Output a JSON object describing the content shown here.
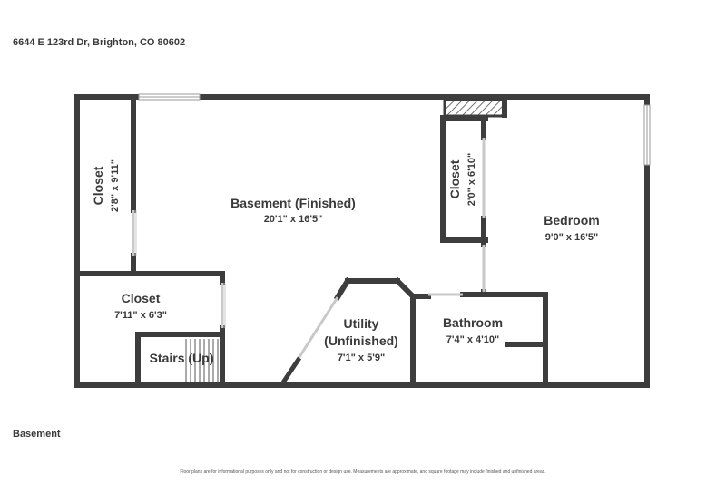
{
  "header": {
    "address": "6644 E 123rd Dr, Brighton, CO 80602"
  },
  "floor": {
    "label": "Basement"
  },
  "footer": {
    "disclaimer": "Floor plans are for informational purposes only and not for construction or design use. Measurements are approximate, and square footage may include finished and unfinished areas."
  },
  "rooms": {
    "basement": {
      "name": "Basement (Finished)",
      "dims": "20'1\" x 16'5\""
    },
    "closet_left": {
      "name": "Closet",
      "dims": "2'8\" x 9'11\""
    },
    "closet_lower": {
      "name": "Closet",
      "dims": "7'11\" x 6'3\""
    },
    "stairs": {
      "name": "Stairs (Up)"
    },
    "utility": {
      "name_line1": "Utility",
      "name_line2": "(Unfinished)",
      "dims": "7'1\" x 5'9\""
    },
    "bathroom": {
      "name": "Bathroom",
      "dims": "7'4\" x 4'10\""
    },
    "closet_center": {
      "name": "Closet",
      "dims": "2'0\" x 6'10\""
    },
    "bedroom": {
      "name": "Bedroom",
      "dims": "9'0\" x 16'5\""
    }
  },
  "colors": {
    "wall": "#3d3d3d",
    "window": "#c8c8c8",
    "background": "#ffffff"
  }
}
